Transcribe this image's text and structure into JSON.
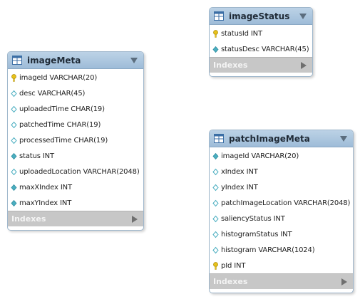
{
  "tables": {
    "imageMeta": {
      "name": "imageMeta",
      "columns": [
        {
          "text": "imageId VARCHAR(20)",
          "icon": "primary-key-icon"
        },
        {
          "text": "desc VARCHAR(45)",
          "icon": "nullable-column-icon"
        },
        {
          "text": "uploadedTime CHAR(19)",
          "icon": "nullable-column-icon"
        },
        {
          "text": "patchedTime CHAR(19)",
          "icon": "nullable-column-icon"
        },
        {
          "text": "processedTime CHAR(19)",
          "icon": "nullable-column-icon"
        },
        {
          "text": "status INT",
          "icon": "column-icon"
        },
        {
          "text": "uploadedLocation VARCHAR(2048)",
          "icon": "nullable-column-icon"
        },
        {
          "text": "maxXIndex INT",
          "icon": "column-icon"
        },
        {
          "text": "maxYIndex INT",
          "icon": "column-icon"
        }
      ],
      "indexes_label": "Indexes"
    },
    "imageStatus": {
      "name": "imageStatus",
      "columns": [
        {
          "text": "statusId INT",
          "icon": "primary-key-icon"
        },
        {
          "text": "statusDesc VARCHAR(45)",
          "icon": "column-icon"
        }
      ],
      "indexes_label": "Indexes"
    },
    "patchImageMeta": {
      "name": "patchImageMeta",
      "columns": [
        {
          "text": "imageId VARCHAR(20)",
          "icon": "column-icon"
        },
        {
          "text": "xIndex INT",
          "icon": "nullable-column-icon"
        },
        {
          "text": "yIndex INT",
          "icon": "nullable-column-icon"
        },
        {
          "text": "patchImageLocation VARCHAR(2048)",
          "icon": "nullable-column-icon"
        },
        {
          "text": "saliencyStatus INT",
          "icon": "nullable-column-icon"
        },
        {
          "text": "histogramStatus INT",
          "icon": "nullable-column-icon"
        },
        {
          "text": "histogram VARCHAR(1024)",
          "icon": "nullable-column-icon"
        },
        {
          "text": "pId INT",
          "icon": "primary-key-icon"
        }
      ],
      "indexes_label": "Indexes"
    }
  },
  "colors": {
    "header": "#a9c5df",
    "border": "#9fb7cc",
    "indexes_bar": "#c7c7c7",
    "key_icon": "#e8c21a",
    "column_icon": "#4aaec0"
  }
}
